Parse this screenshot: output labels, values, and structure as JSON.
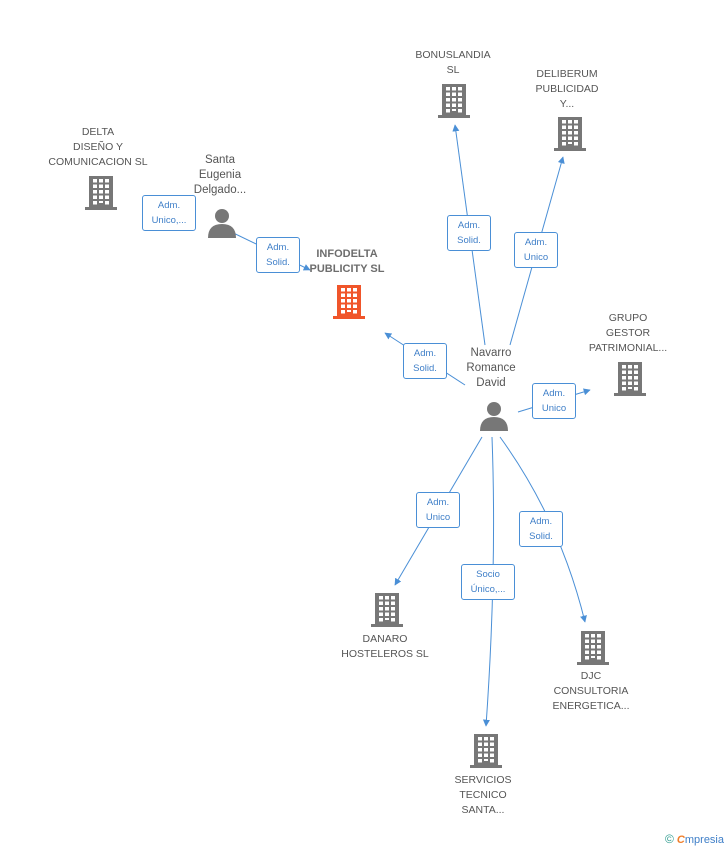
{
  "companies": [
    {
      "id": "bonuslandia",
      "label": "BONUSLANDIA\nSL",
      "color": "#777777"
    },
    {
      "id": "deliberum",
      "label": "DELIBERUM\nPUBLICIDAD\nY...",
      "color": "#777777"
    },
    {
      "id": "delta",
      "label": "DELTA\nDISEÑO Y\nCOMUNICACION SL",
      "color": "#777777"
    },
    {
      "id": "infodelta",
      "label": "INFODELTA\nPUBLICITY SL",
      "color": "#f0552a",
      "main": true
    },
    {
      "id": "grupo",
      "label": "GRUPO\nGESTOR\nPATRIMONIAL...",
      "color": "#777777"
    },
    {
      "id": "danaro",
      "label": "DANARO\nHOSTELEROS SL",
      "color": "#777777"
    },
    {
      "id": "djc",
      "label": "DJC\nCONSULTORIA\nENERGETICA...",
      "color": "#777777"
    },
    {
      "id": "servicios",
      "label": "SERVICIOS\nTECNICO\nSANTA...",
      "color": "#777777"
    }
  ],
  "persons": [
    {
      "id": "santa",
      "label": "Santa\nEugenia\nDelgado..."
    },
    {
      "id": "navarro",
      "label": "Navarro\nRomance\nDavid"
    }
  ],
  "relations": [
    {
      "id": "r1",
      "label": "Adm.\nUnico,..."
    },
    {
      "id": "r2",
      "label": "Adm.\nSolid."
    },
    {
      "id": "r3",
      "label": "Adm.\nSolid."
    },
    {
      "id": "r4",
      "label": "Adm.\nUnico"
    },
    {
      "id": "r5",
      "label": "Adm.\nSolid."
    },
    {
      "id": "r6",
      "label": "Adm.\nUnico"
    },
    {
      "id": "r7",
      "label": "Adm.\nUnico"
    },
    {
      "id": "r8",
      "label": "Socio\nÚnico,..."
    },
    {
      "id": "r9",
      "label": "Adm.\nSolid."
    }
  ],
  "footer": {
    "copyright": "©",
    "brand_first": "C",
    "brand_rest": "mpresia"
  },
  "colors": {
    "edge": "#4a8fd6",
    "building": "#777777",
    "main_building": "#f0552a",
    "person": "#777777"
  }
}
